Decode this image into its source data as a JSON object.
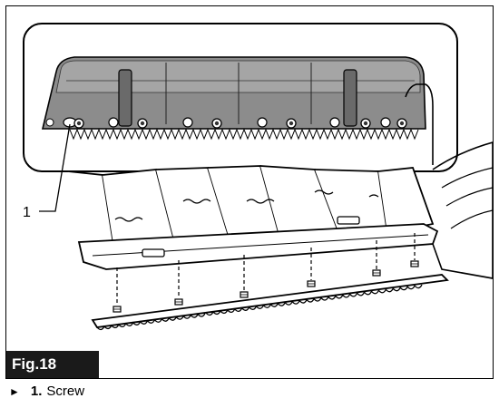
{
  "figure": {
    "label": "Fig.18",
    "callout_number": "1"
  },
  "caption": {
    "arrow": "►",
    "items": [
      {
        "number": "1.",
        "text": "Screw"
      }
    ]
  },
  "colors": {
    "frame": "#000000",
    "label_background": "#1a1a1a",
    "cover_fill": "#8a8a8a",
    "cover_dark": "#5e5e5e"
  }
}
